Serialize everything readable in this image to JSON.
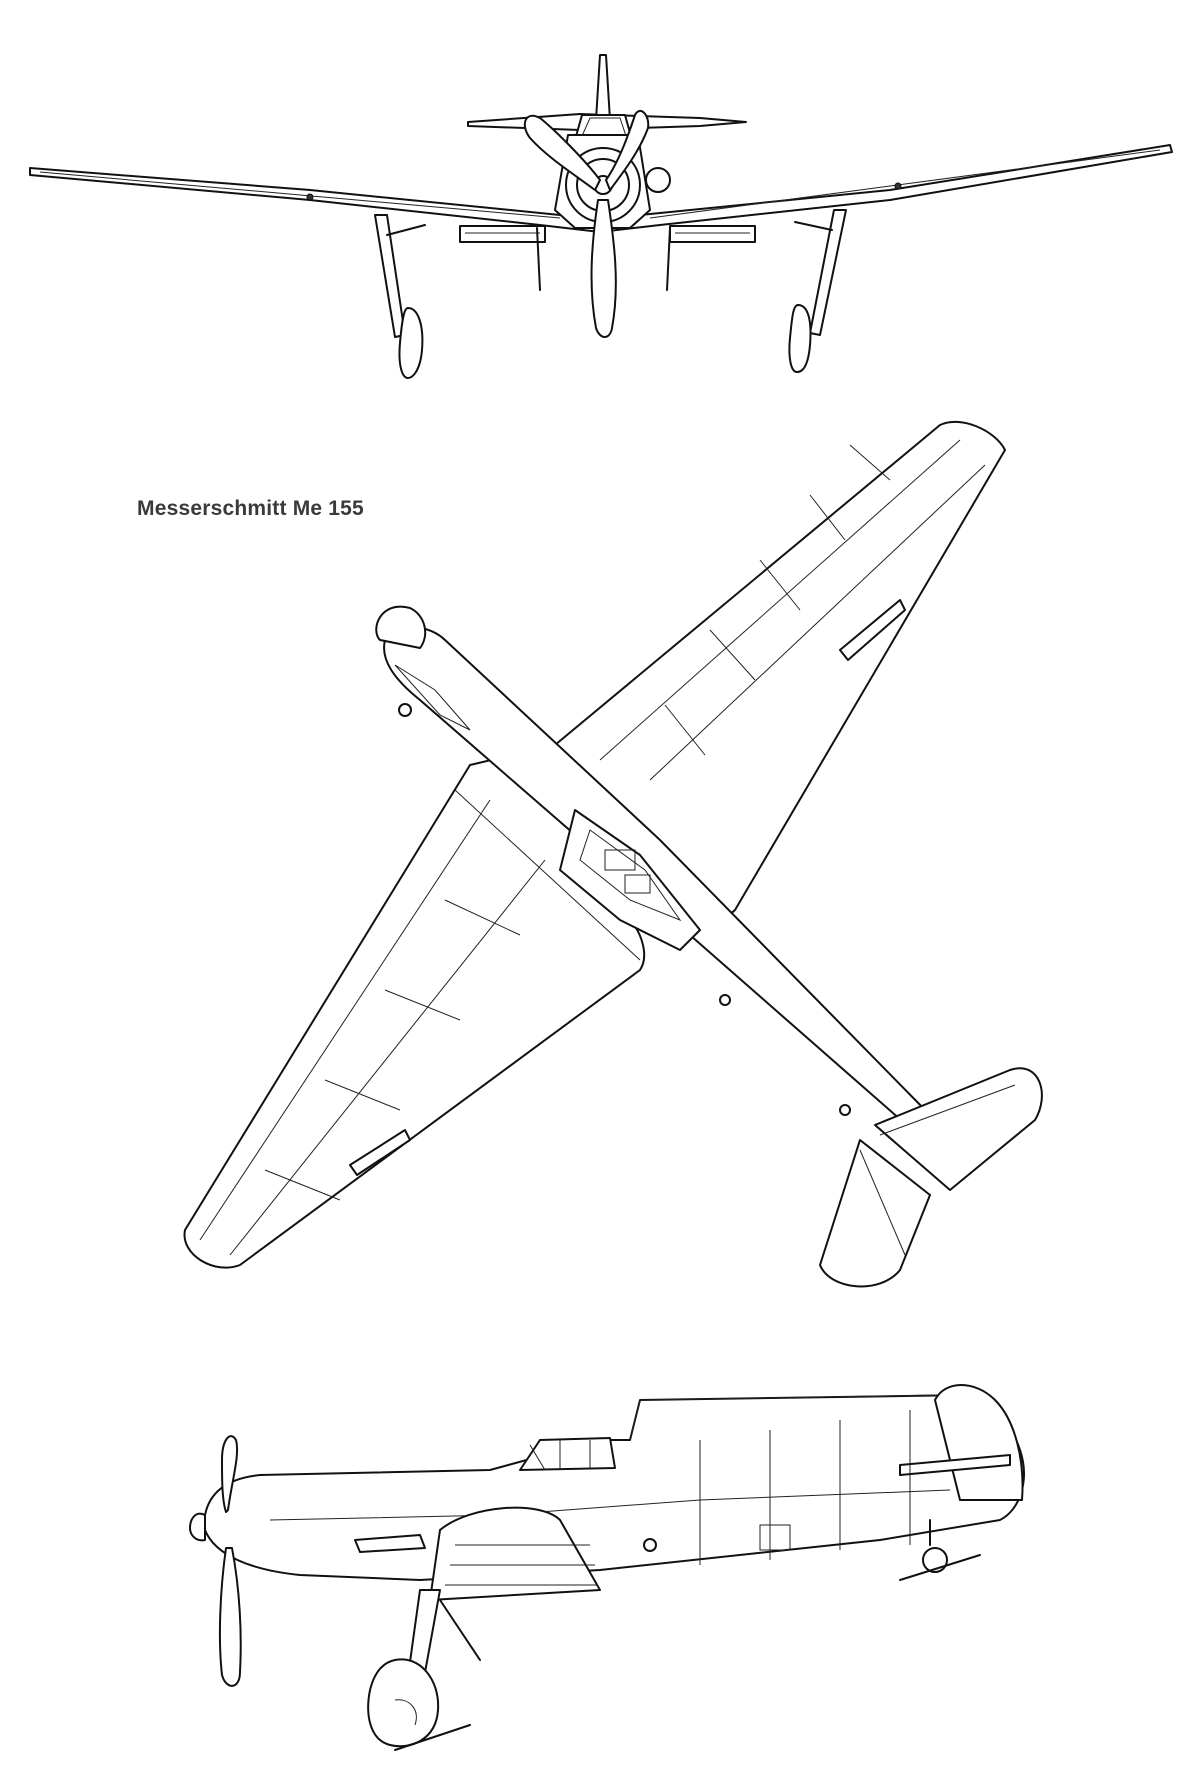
{
  "title": "Messerschmitt Me 155",
  "views": {
    "front": "front-view",
    "top": "plan-view",
    "side": "side-view"
  }
}
